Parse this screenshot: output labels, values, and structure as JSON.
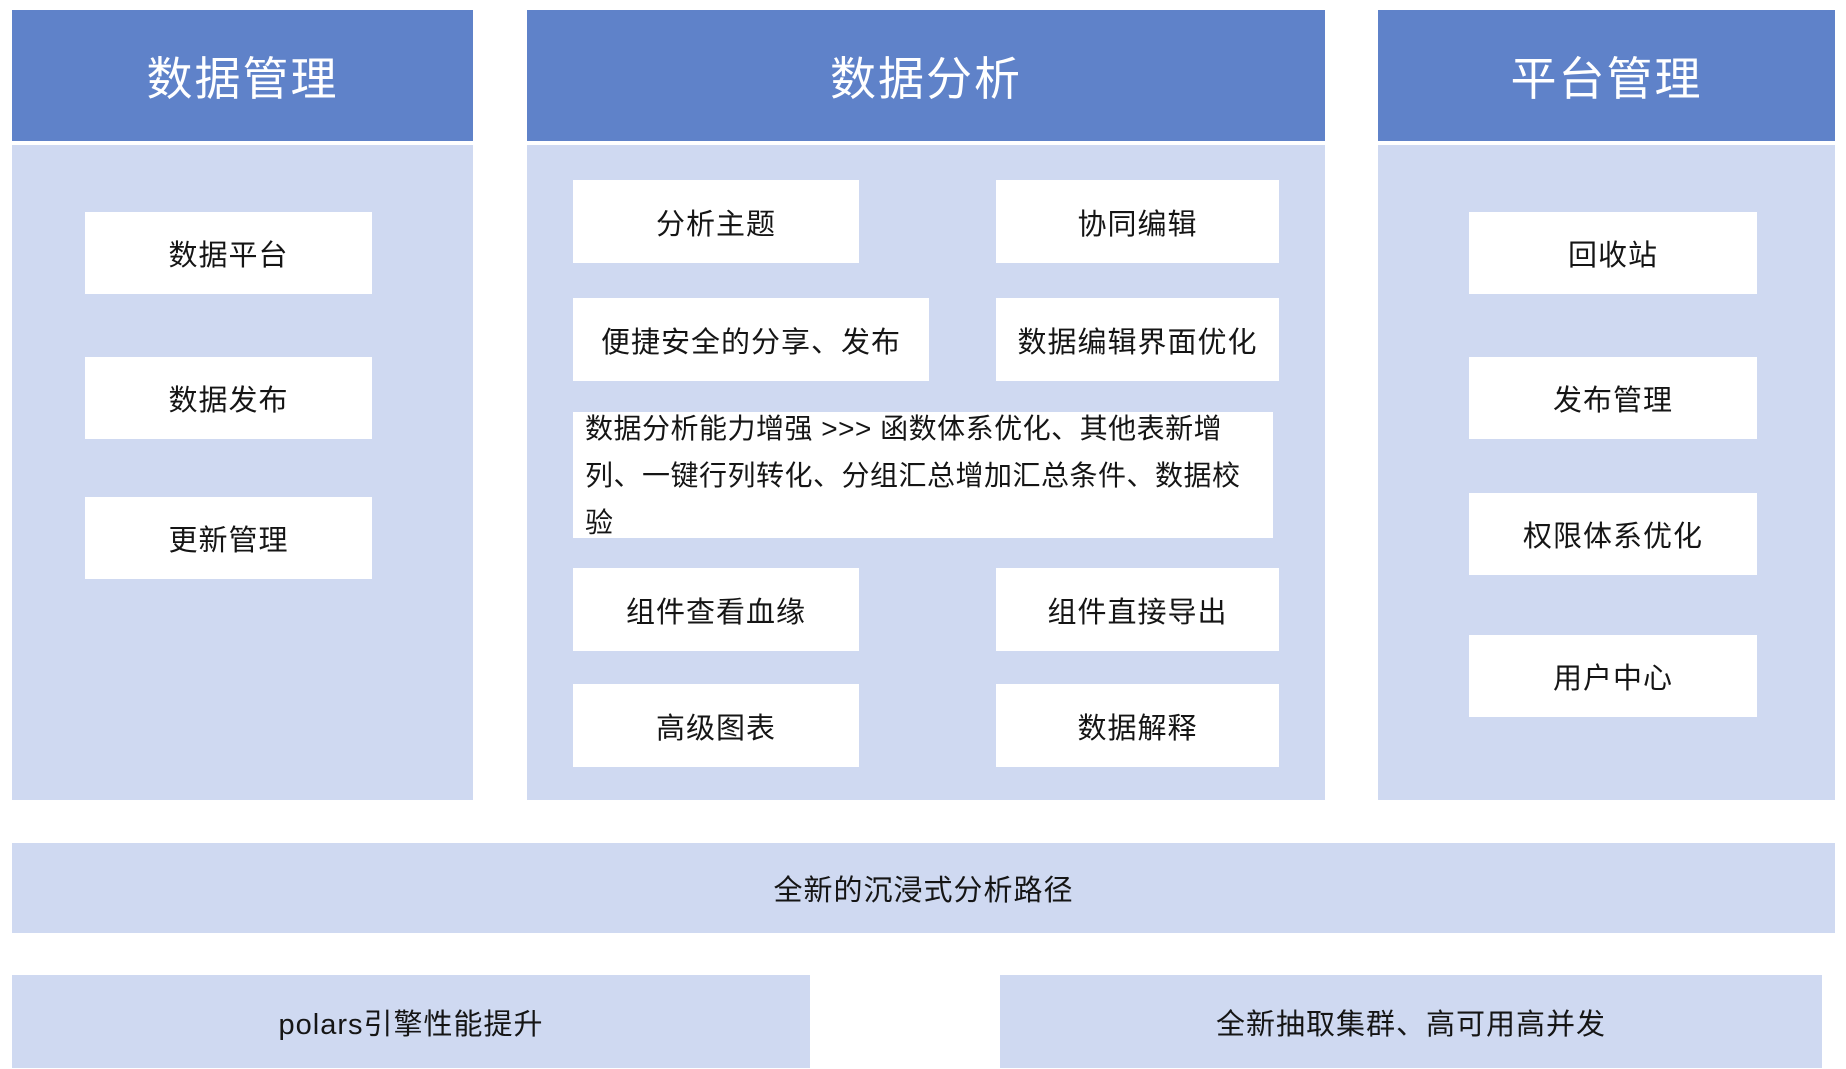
{
  "diagram": {
    "data_management": {
      "title": "数据管理",
      "items": [
        "数据平台",
        "数据发布",
        "更新管理"
      ]
    },
    "data_analysis": {
      "title": "数据分析",
      "items": {
        "analysis_topic": "分析主题",
        "collaborative_editing": "协同编辑",
        "easy_secure_sharing": "便捷安全的分享、发布",
        "data_edit_ui_optimization": "数据编辑界面优化",
        "capability_enhancement_line1": "数据分析能力增强 >>> 函数体系优化、其他表新增",
        "capability_enhancement_line2": "列、一键行列转化、分组汇总增加汇总条件、数据校验",
        "component_lineage": "组件查看血缘",
        "component_export": "组件直接导出",
        "advanced_charts": "高级图表",
        "data_interpretation": "数据解释"
      }
    },
    "platform_management": {
      "title": "平台管理",
      "items": [
        "回收站",
        "发布管理",
        "权限体系优化",
        "用户中心"
      ]
    },
    "banners": {
      "immersive_path": "全新的沉浸式分析路径",
      "polars_engine": "polars引擎性能提升",
      "extraction_cluster": "全新抽取集群、高可用高并发"
    }
  },
  "colors": {
    "header_blue": "#5F82C9",
    "panel_light_blue": "#CFD9F1",
    "box_white": "#FFFFFF",
    "header_text": "#FFFFFF",
    "body_text": "#151515"
  }
}
